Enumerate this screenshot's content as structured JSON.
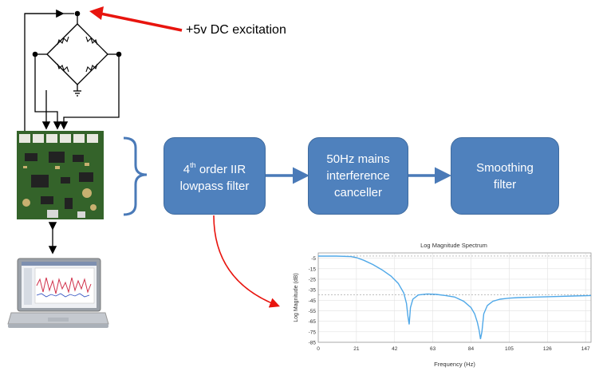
{
  "annotation": {
    "excitation": "+5v DC excitation"
  },
  "blocks": {
    "iir": {
      "prefix": "4",
      "sup": "th",
      "line1_rest": " order IIR",
      "line2": "lowpass filter"
    },
    "mains": {
      "line1": "50Hz mains",
      "line2": "interference",
      "line3": "canceller"
    },
    "smoothing": {
      "line1": "Smoothing",
      "line2": "filter"
    }
  },
  "colors": {
    "block_fill": "#4f81bd",
    "arrow_blue": "#4a7ab8",
    "arrow_red": "#e8140e",
    "curve": "#4fa8e8"
  },
  "chart_data": {
    "type": "line",
    "title": "Log Magnitude Spectrum",
    "xlabel": "Frequency (Hz)",
    "ylabel": "Log Magnitude (dB)",
    "xlim": [
      0,
      150
    ],
    "ylim": [
      -85,
      0
    ],
    "x_ticks": [
      0,
      21,
      42,
      63,
      84,
      105,
      126,
      147
    ],
    "y_ticks": [
      -5,
      -15,
      -25,
      -35,
      -45,
      -55,
      -65,
      -75,
      -85
    ],
    "grid": true,
    "series": [
      {
        "x": [
          0,
          10,
          18,
          21,
          25,
          30,
          35,
          40,
          44,
          47,
          48.5,
          49.3,
          50,
          50.7,
          52,
          55,
          60,
          65,
          70,
          75,
          80,
          84,
          86,
          87.5,
          88.5,
          89.2,
          90,
          91,
          93,
          96,
          100,
          105,
          110,
          120,
          130,
          140,
          150
        ],
        "y": [
          -3,
          -3,
          -3.5,
          -4.5,
          -7,
          -11,
          -16,
          -22,
          -29,
          -38,
          -48,
          -60,
          -68,
          -52,
          -44,
          -40,
          -39,
          -39.5,
          -40.5,
          -42,
          -46,
          -52,
          -58,
          -66,
          -74,
          -82,
          -75,
          -58,
          -50,
          -46,
          -44,
          -43,
          -42.5,
          -42,
          -41.5,
          -41,
          -40.5
        ]
      }
    ],
    "reference_lines_y": [
      -3,
      -40
    ]
  }
}
